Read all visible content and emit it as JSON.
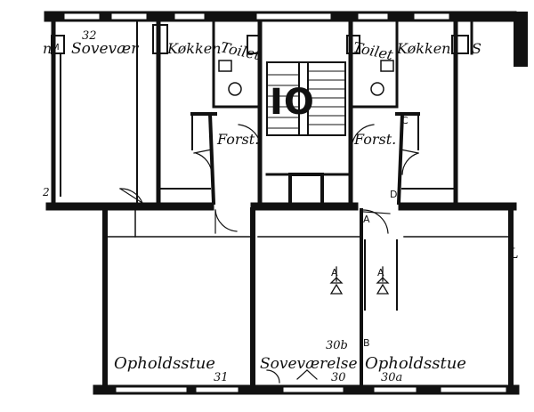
{
  "stair_number": "IO",
  "rooms": {
    "sovevaer_left": "Sovevær",
    "sovevaer_left_num": "32",
    "kokken_left": "Køkken",
    "toilet_left": "Toilet",
    "forst_left": "Forst.",
    "toilet_right": "Toilet",
    "kokken_right": "Køkken",
    "right_edge_fragment": "S",
    "left_edge_fragment": "n",
    "forst_right": "Forst.",
    "ophold_left": "Opholdsstue",
    "ophold_left_num": "31",
    "sovevaerelse": "Soveværelse",
    "sovevaerelse_num": "30",
    "sovevaerelse_num_b": "30b",
    "ophold_right": "Opholdsstue",
    "ophold_right_num": "30a",
    "edge_right_low": "L",
    "edge_left_mid": "2"
  },
  "markers": {
    "m": "M",
    "a": "A",
    "b": "B",
    "c": "C",
    "d": "D",
    "section_a1": "A",
    "section_a2": "A"
  },
  "colors": {
    "ink": "#111111",
    "paper": "#ffffff"
  }
}
